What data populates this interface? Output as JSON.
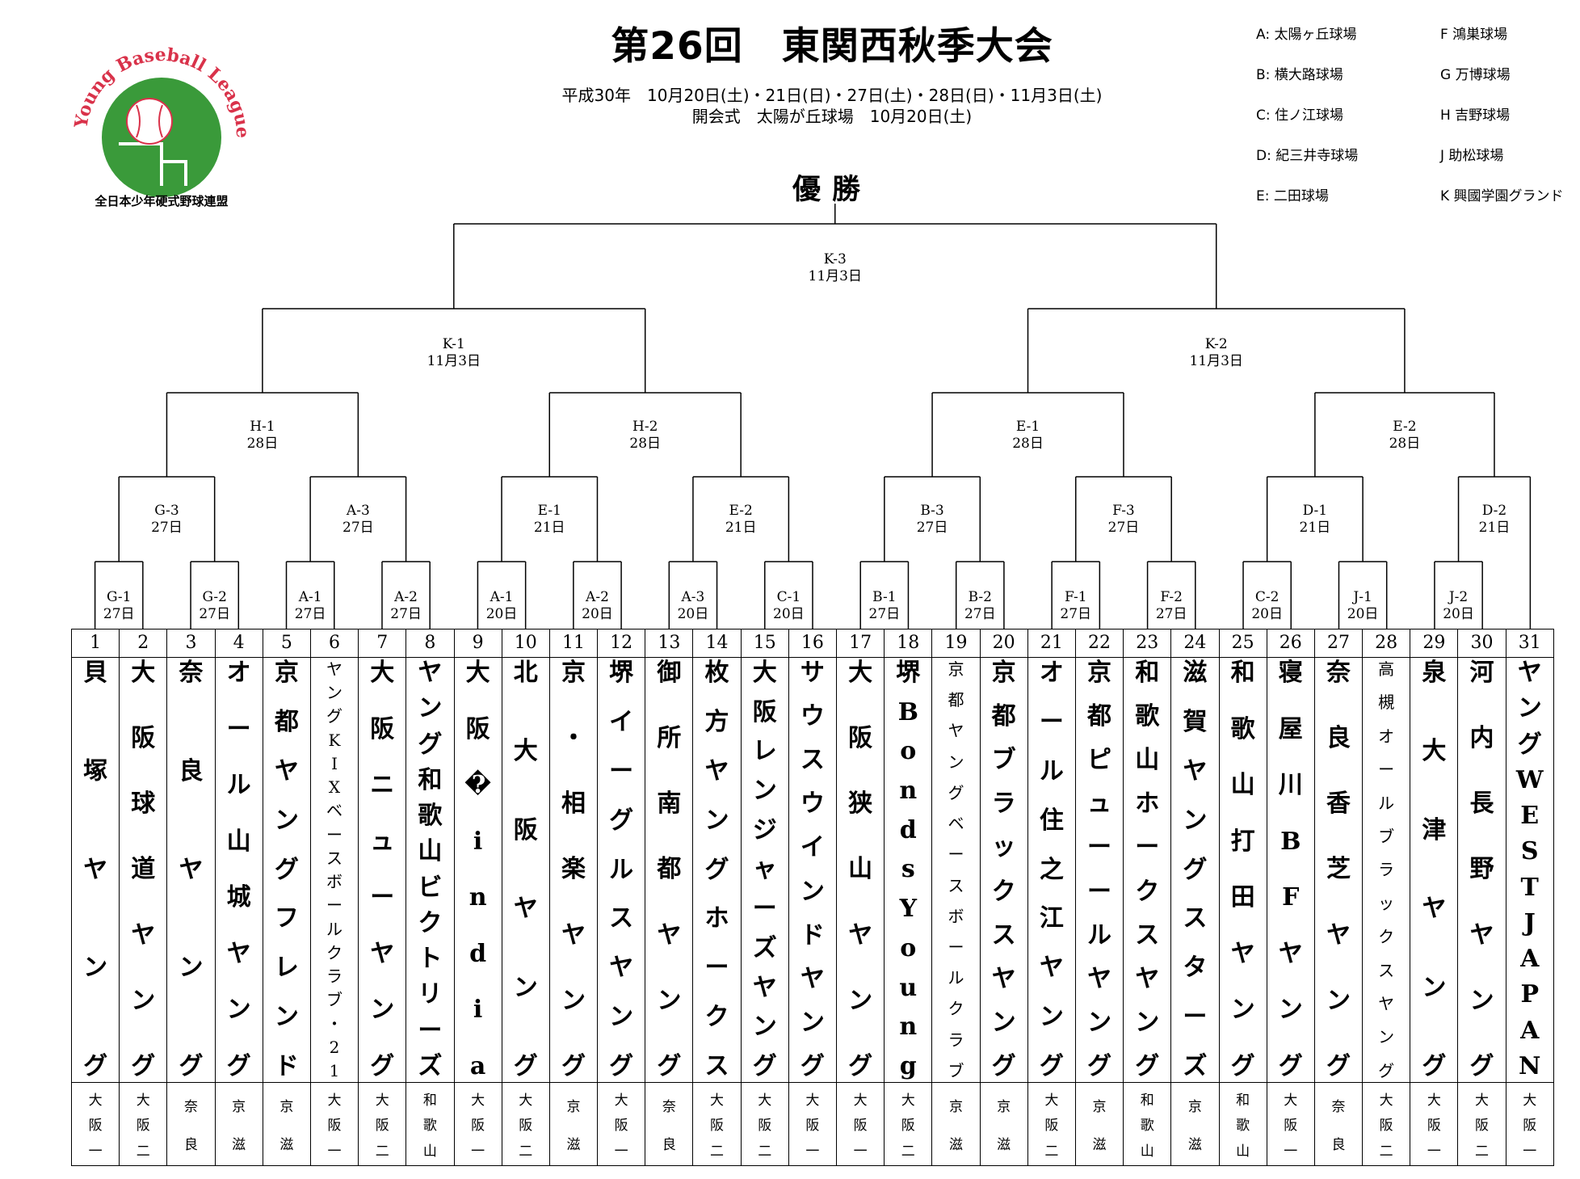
{
  "title": "第26回　東関西秋季大会",
  "subtitle_dates": "平成30年　10月20日(土)・21日(日)・27日(土)・28日(日)・11月3日(土)",
  "subtitle_opening": "開会式　太陽が丘球場　10月20日(土)",
  "logo": {
    "arc_text": "Young Baseball League",
    "caption": "全日本少年硬式野球連盟",
    "colors": {
      "green": "#3a9a3a",
      "red": "#d9324a"
    }
  },
  "venues": [
    {
      "code": "A:",
      "name": "太陽ヶ丘球場"
    },
    {
      "code": "B:",
      "name": "横大路球場"
    },
    {
      "code": "C:",
      "name": "住ノ江球場"
    },
    {
      "code": "D:",
      "name": "紀三井寺球場"
    },
    {
      "code": "E:",
      "name": "二田球場"
    },
    {
      "code": "F",
      "name": "鴻巣球場"
    },
    {
      "code": "G",
      "name": "万博球場"
    },
    {
      "code": "H",
      "name": "吉野球場"
    },
    {
      "code": "J",
      "name": "助松球場"
    },
    {
      "code": "K",
      "name": "興國学園グランド"
    }
  ],
  "champion": "優勝",
  "final": {
    "code": "K-3",
    "date": "11月3日"
  },
  "semis": [
    {
      "code": "K-1",
      "date": "11月3日"
    },
    {
      "code": "K-2",
      "date": "11月3日"
    }
  ],
  "quarters": [
    {
      "code": "H-1",
      "date": "28日"
    },
    {
      "code": "H-2",
      "date": "28日"
    },
    {
      "code": "E-1",
      "date": "28日"
    },
    {
      "code": "E-2",
      "date": "28日"
    }
  ],
  "round2": [
    {
      "code": "G-3",
      "date": "27日"
    },
    {
      "code": "A-3",
      "date": "27日"
    },
    {
      "code": "E-1",
      "date": "21日"
    },
    {
      "code": "E-2",
      "date": "21日"
    },
    {
      "code": "B-3",
      "date": "27日"
    },
    {
      "code": "F-3",
      "date": "27日"
    },
    {
      "code": "D-1",
      "date": "21日"
    },
    {
      "code": "D-2",
      "date": "21日"
    }
  ],
  "round1": [
    {
      "code": "G-1",
      "date": "27日"
    },
    {
      "code": "G-2",
      "date": "27日"
    },
    {
      "code": "A-1",
      "date": "27日"
    },
    {
      "code": "A-2",
      "date": "27日"
    },
    {
      "code": "A-1",
      "date": "20日"
    },
    {
      "code": "A-2",
      "date": "20日"
    },
    {
      "code": "A-3",
      "date": "20日"
    },
    {
      "code": "C-1",
      "date": "20日"
    },
    {
      "code": "B-1",
      "date": "27日"
    },
    {
      "code": "B-2",
      "date": "27日"
    },
    {
      "code": "F-1",
      "date": "27日"
    },
    {
      "code": "F-2",
      "date": "27日"
    },
    {
      "code": "C-2",
      "date": "20日"
    },
    {
      "code": "J-1",
      "date": "20日"
    },
    {
      "code": "J-2",
      "date": "20日"
    }
  ],
  "teams": [
    {
      "no": "1",
      "name": "貝塚ヤング",
      "region": "大阪一"
    },
    {
      "no": "2",
      "name": "大阪球道ヤング",
      "region": "大阪二"
    },
    {
      "no": "3",
      "name": "奈良ヤング",
      "region": "奈良"
    },
    {
      "no": "4",
      "name": "オール山城ヤング",
      "region": "京滋"
    },
    {
      "no": "5",
      "name": "京都ヤングフレンド",
      "region": "京滋"
    },
    {
      "no": "6",
      "name": "ヤングKIXベースボールクラブ・21",
      "region": "大阪一"
    },
    {
      "no": "7",
      "name": "大阪ニューヤング",
      "region": "大阪二"
    },
    {
      "no": "8",
      "name": "ヤング和歌山ビクトリーズ",
      "region": "和歌山"
    },
    {
      "no": "9",
      "name": "大阪�india",
      "region": "大阪一"
    },
    {
      "no": "10",
      "name": "北大阪ヤング",
      "region": "大阪二"
    },
    {
      "no": "11",
      "name": "京・相楽ヤング",
      "region": "京滋"
    },
    {
      "no": "12",
      "name": "堺イーグルスヤング",
      "region": "大阪一"
    },
    {
      "no": "13",
      "name": "御所南都ヤング",
      "region": "奈良"
    },
    {
      "no": "14",
      "name": "枚方ヤングホークス",
      "region": "大阪二"
    },
    {
      "no": "15",
      "name": "大阪レンジャーズヤング",
      "region": "大阪二"
    },
    {
      "no": "16",
      "name": "サウスウインドヤング",
      "region": "大阪一"
    },
    {
      "no": "17",
      "name": "大阪狭山ヤング",
      "region": "大阪一"
    },
    {
      "no": "18",
      "name": "堺BondsYoung",
      "region": "大阪二"
    },
    {
      "no": "19",
      "name": "京都ヤングベースボールクラブ",
      "region": "京滋"
    },
    {
      "no": "20",
      "name": "京都ブラックスヤング",
      "region": "京滋"
    },
    {
      "no": "21",
      "name": "オール住之江ヤング",
      "region": "大阪二"
    },
    {
      "no": "22",
      "name": "京都ピューールヤング",
      "region": "京滋"
    },
    {
      "no": "23",
      "name": "和歌山ホークスヤング",
      "region": "和歌山"
    },
    {
      "no": "24",
      "name": "滋賀ヤングスターズ",
      "region": "京滋"
    },
    {
      "no": "25",
      "name": "和歌山打田ヤング",
      "region": "和歌山"
    },
    {
      "no": "26",
      "name": "寝屋川BFヤング",
      "region": "大阪一"
    },
    {
      "no": "27",
      "name": "奈良香芝ヤング",
      "region": "奈良"
    },
    {
      "no": "28",
      "name": "高槻オールブラックスヤング",
      "region": "大阪二"
    },
    {
      "no": "29",
      "name": "泉大津ヤング",
      "region": "大阪一"
    },
    {
      "no": "30",
      "name": "河内長野ヤング",
      "region": "大阪二"
    },
    {
      "no": "31",
      "name": "ヤングWEST JAPAN",
      "region": "大阪一"
    }
  ]
}
